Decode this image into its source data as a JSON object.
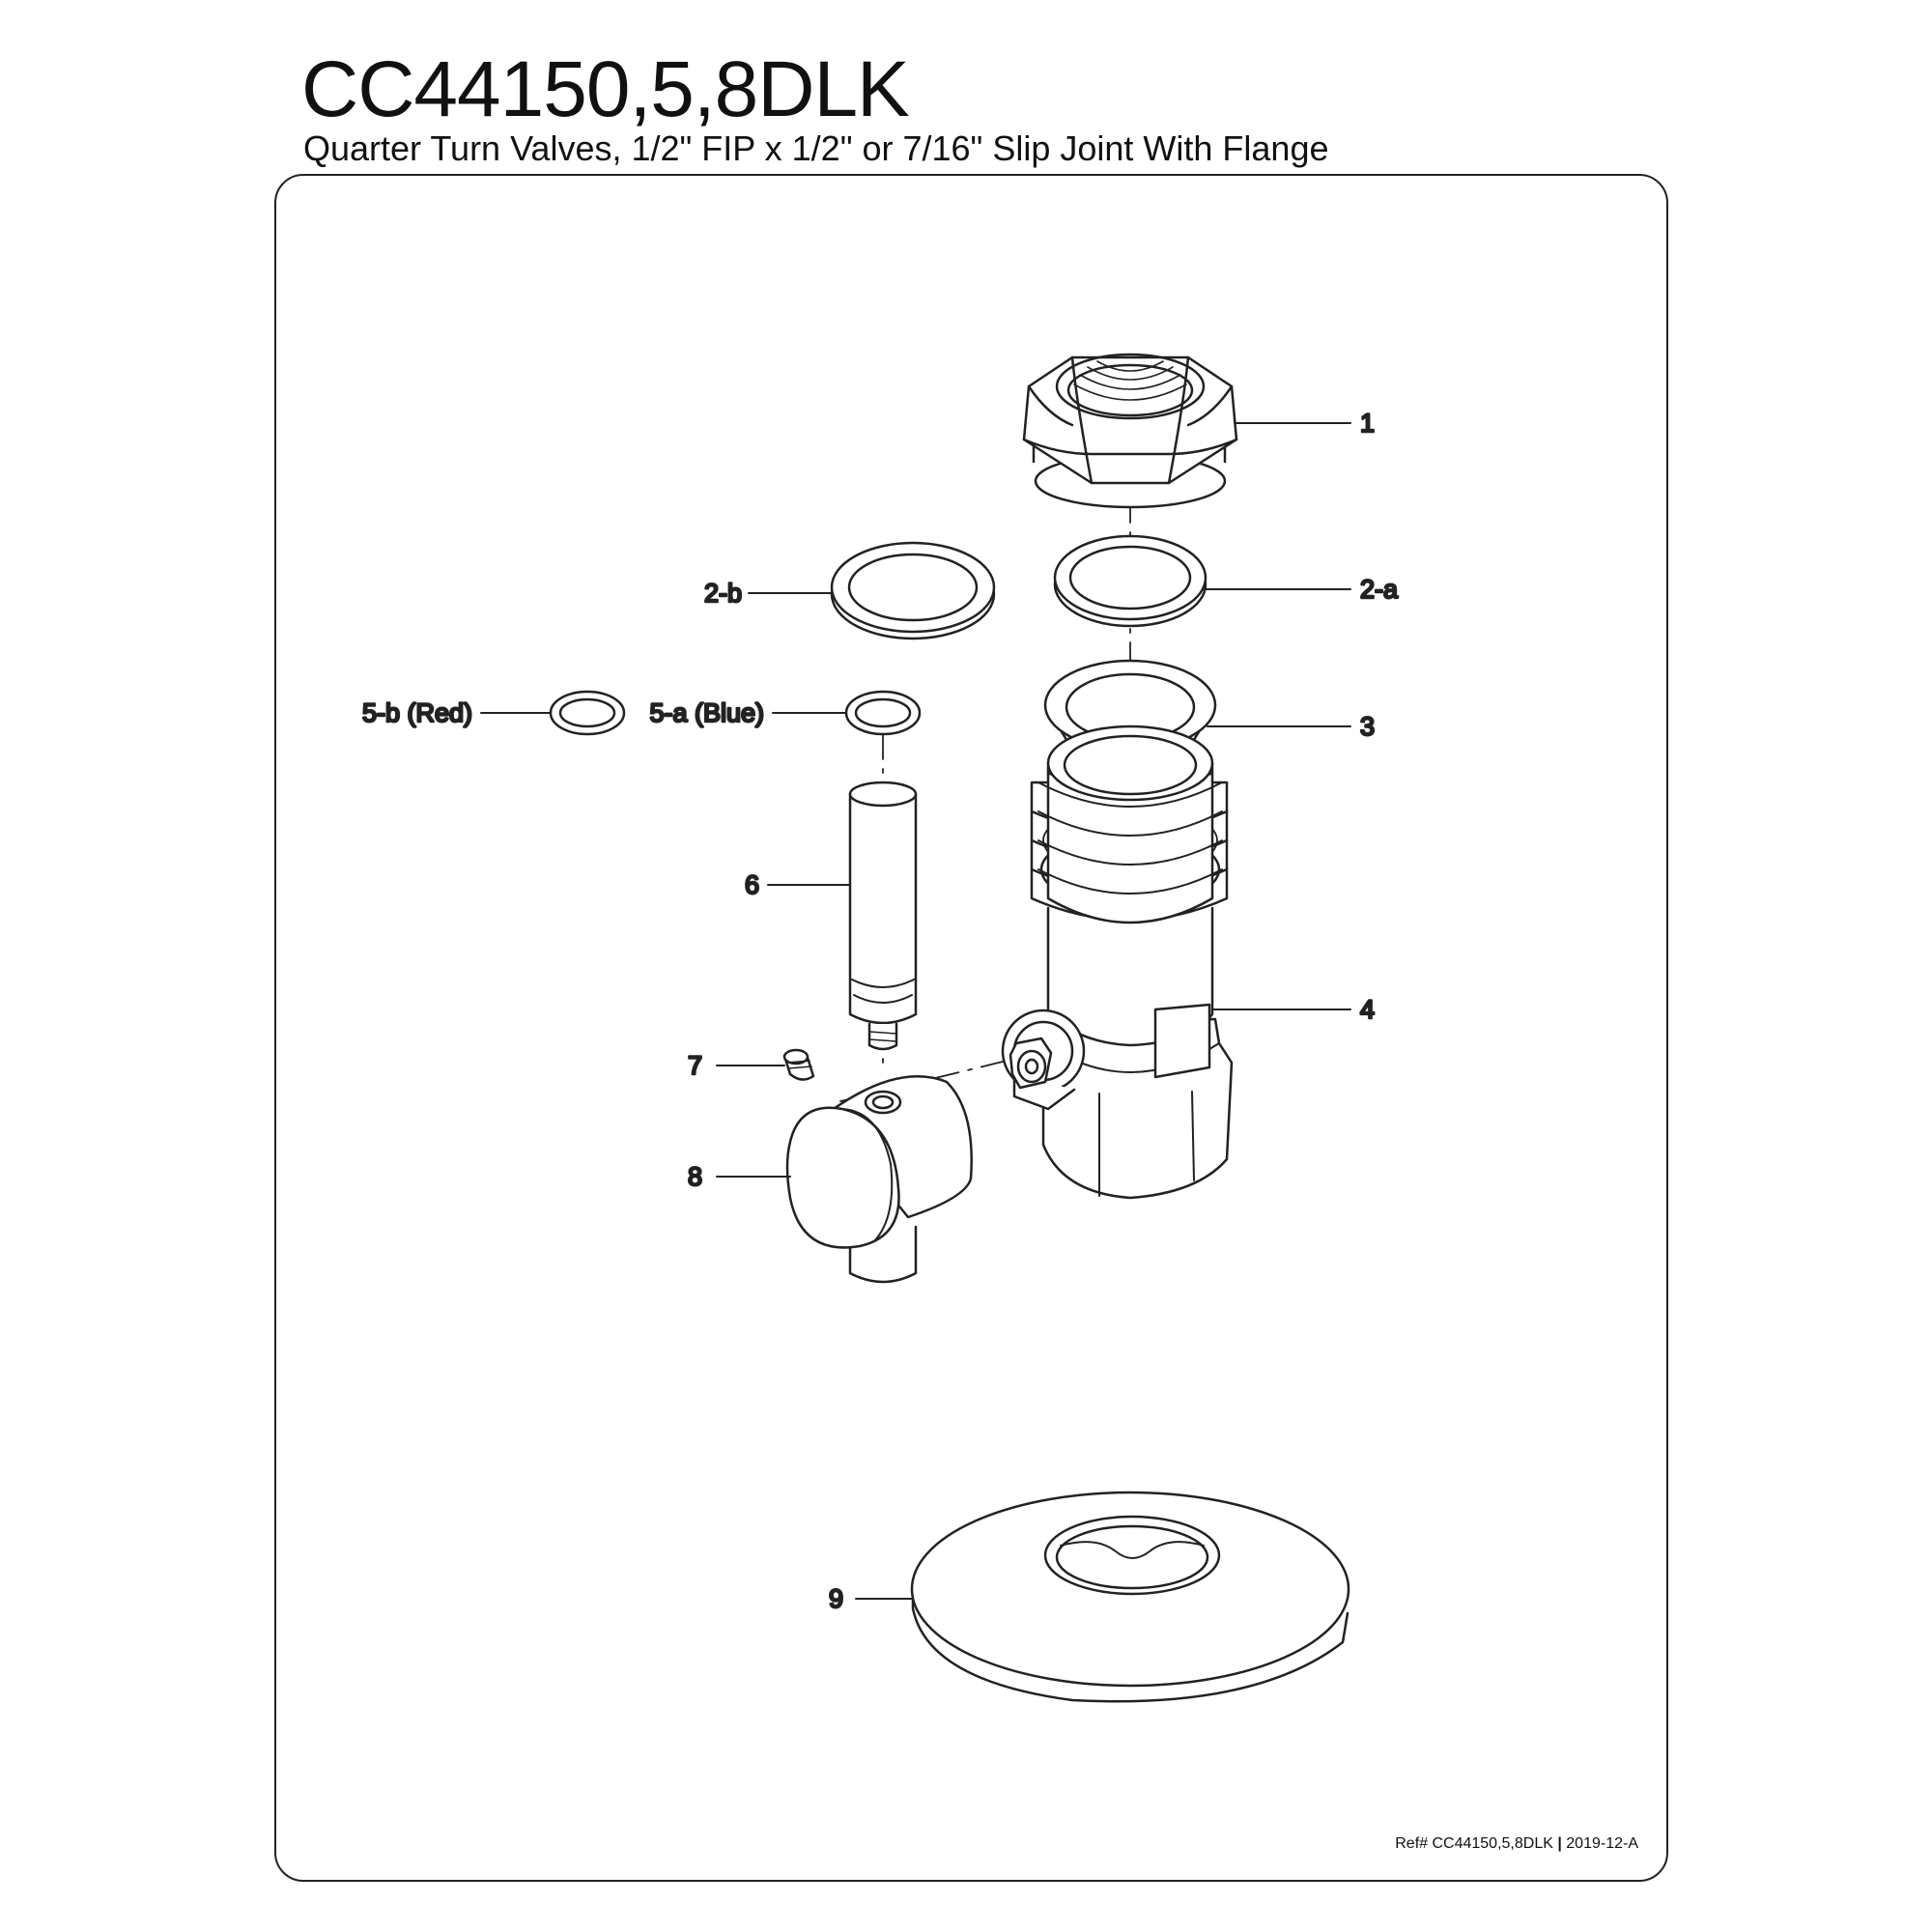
{
  "header": {
    "title": "CC44150,5,8DLK",
    "subtitle": "Quarter Turn Valves, 1/2\" FIP x 1/2\" or 7/16\" Slip Joint With Flange"
  },
  "callouts": {
    "c1": "1",
    "c2a": "2-a",
    "c2b": "2-b",
    "c3": "3",
    "c4": "4",
    "c5a": "5-a (Blue)",
    "c5b": "5-b (Red)",
    "c6": "6",
    "c7": "7",
    "c8": "8",
    "c9": "9"
  },
  "footer": {
    "ref": "Ref# CC44150,5,8DLK",
    "separator": "|",
    "revision": "2019-12-A"
  }
}
